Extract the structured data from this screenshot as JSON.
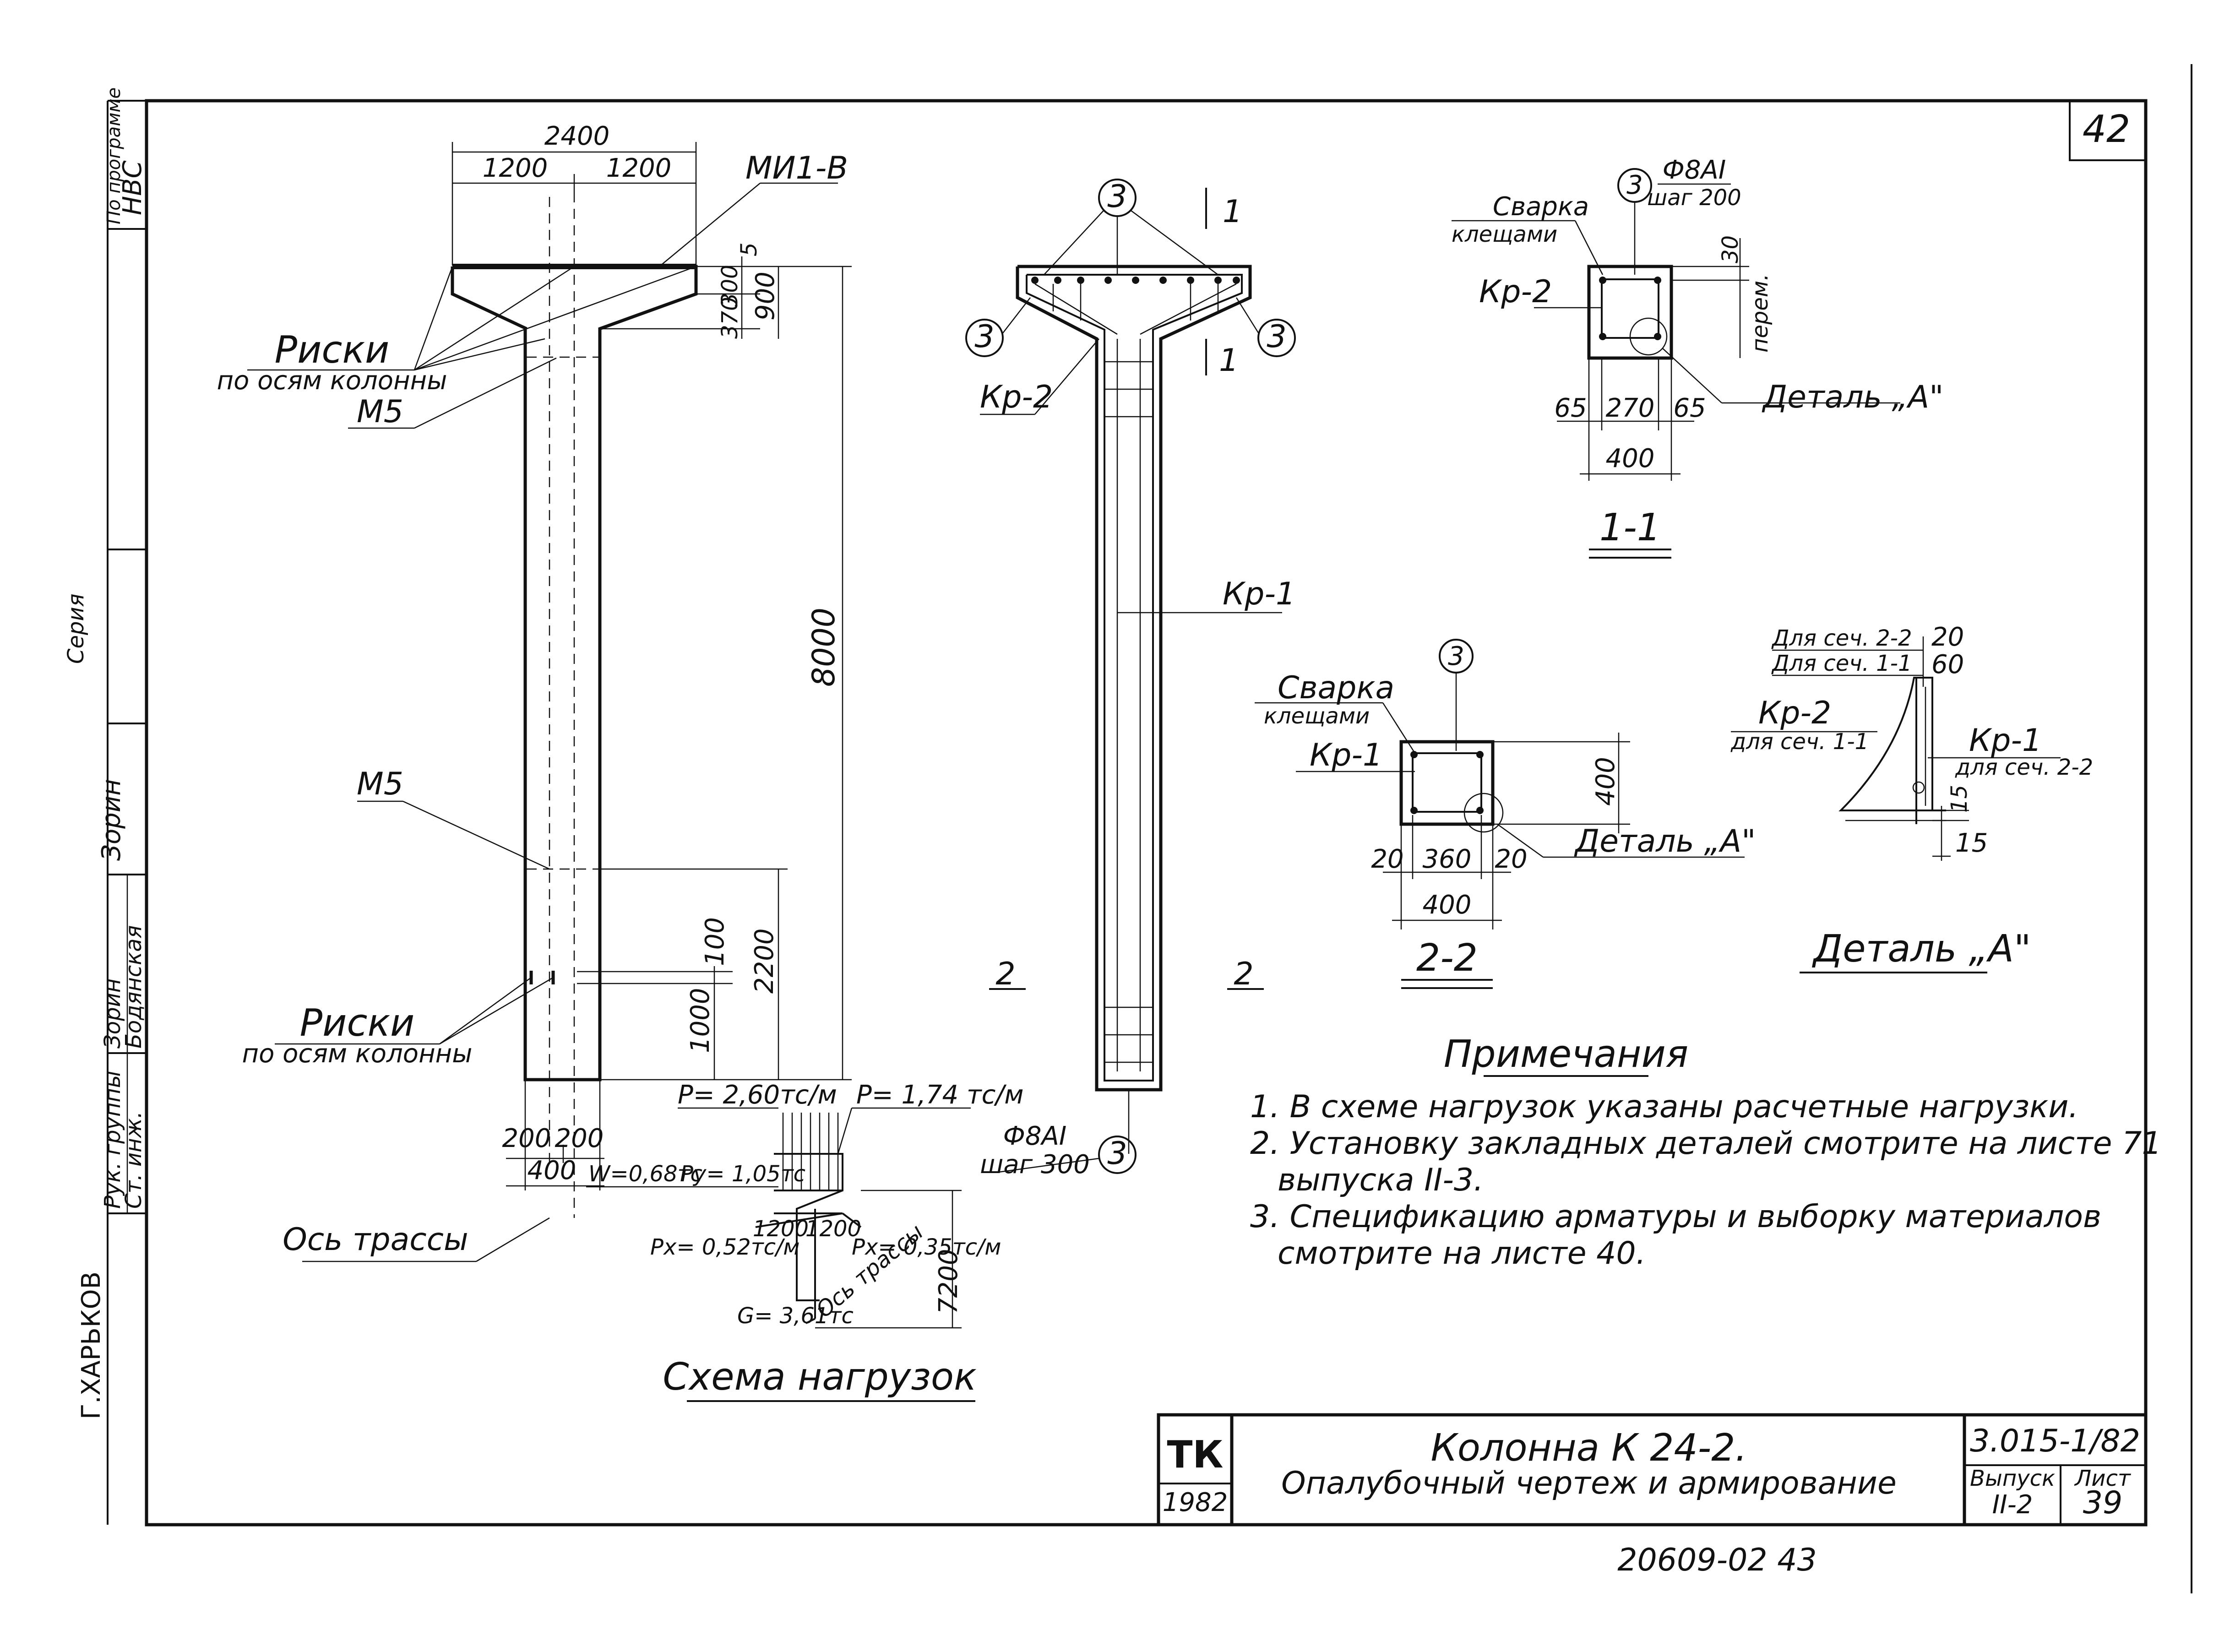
{
  "sheet_number": "42",
  "side_stamp": {
    "program": "По программе",
    "program_code": "НВС",
    "series": "Серия",
    "roles": [
      "Рук. группы",
      "Ст. инж."
    ],
    "names": [
      "Зорин",
      "Бодянская"
    ],
    "institute": "Г.ХАРЬКОВ"
  },
  "elevation": {
    "dims_top": [
      "2400",
      "1200",
      "1200"
    ],
    "dims_right": [
      "300",
      "5",
      "370",
      "900",
      "8000",
      "2200",
      "100",
      "1000"
    ],
    "dims_bottom": [
      "200",
      "200",
      "400"
    ],
    "labels": {
      "mi": "МИ1-В",
      "riski": "Риски",
      "riski_sub": "по осям колонны",
      "m5_top": "М5",
      "m5_mid": "М5",
      "riski2": "Риски",
      "riski2_sub": "по осям колонны",
      "axis": "Ось трассы"
    }
  },
  "reinforcement": {
    "circles": [
      "3",
      "3",
      "3",
      "3"
    ],
    "kr2": "Кр-2",
    "kr1": "Кр-1",
    "bar_spec": "Ф8АI",
    "step": "шаг 300",
    "cut_marks": [
      "1",
      "1",
      "2",
      "2"
    ]
  },
  "section_1_1": {
    "title": "1-1",
    "weld": "Сварка",
    "weld_sub": "клещами",
    "bar_spec": "Ф8АI",
    "step": "шаг 200",
    "circle": "3",
    "kr": "Кр-2",
    "detail": "Деталь „А\"",
    "dims": [
      "65",
      "270",
      "65",
      "400",
      "30",
      "перем."
    ]
  },
  "section_2_2": {
    "title": "2-2",
    "weld": "Сварка",
    "weld_sub": "клещами",
    "circle": "3",
    "kr": "Кр-1",
    "detail": "Деталь „А\"",
    "dims": [
      "20",
      "360",
      "20",
      "400",
      "400"
    ]
  },
  "detail_a": {
    "title": "Деталь „А\"",
    "lines": [
      "Для сеч. 2-2",
      "Для сеч. 1-1"
    ],
    "vals": [
      "20",
      "60"
    ],
    "kr2": "Кр-2",
    "kr2_sub": "для сеч. 1-1",
    "kr1": "Кр-1",
    "kr1_sub": "для сеч. 2-2",
    "dims": [
      "15",
      "15"
    ]
  },
  "load_scheme": {
    "title": "Схема нагрузок",
    "p_left": "P= 2,60тс/м",
    "p_right": "P= 1,74 тс/м",
    "w": "W=0,68тс",
    "py": "Py= 1,05тс",
    "px_left": "Px= 0,52тс/м",
    "px_right": "Px= 0,35тс/м",
    "d1": "1200",
    "d2": "1200",
    "axis": "Ось трассы",
    "g": "G= 3,61тс",
    "height": "7200"
  },
  "notes": {
    "title": "Примечания",
    "items": [
      "1. В схеме нагрузок указаны расчетные нагрузки.",
      "2. Установку закладных деталей смотрите на листе 71",
      "выпуска II-3.",
      "3. Спецификацию арматуры и выборку материалов",
      "смотрите на листе 40."
    ]
  },
  "title_block": {
    "logo": "ТК",
    "year": "1982",
    "title": "Колонна К 24-2.",
    "subtitle": "Опалубочный чертеж и армирование",
    "code": "3.015-1/82",
    "issue_label": "Выпуск",
    "issue": "II-2",
    "sheet_label": "Лист",
    "sheet": "39"
  },
  "footer_number": "20609-02  43"
}
